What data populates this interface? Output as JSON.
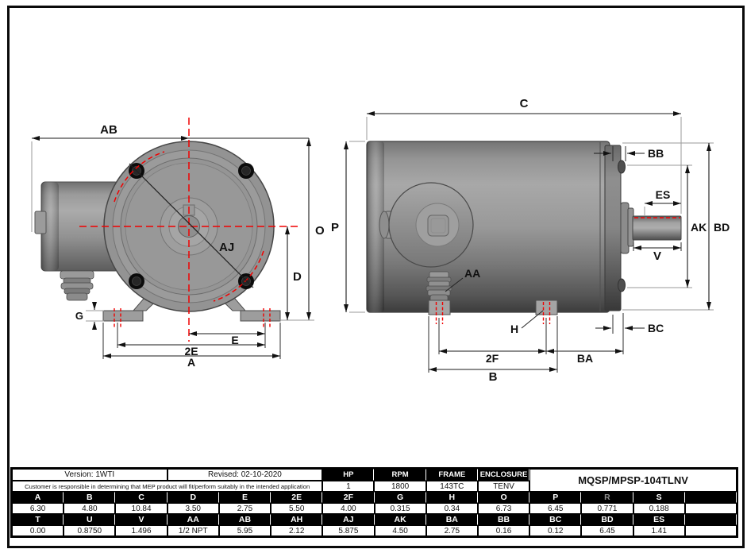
{
  "title_block": {
    "version": "Version: 1WTI",
    "revised": "Revised: 02-10-2020",
    "disclaimer": "Customer is responsible in determining that MEP product will fit/perform suitably in the intended application",
    "model": "MQSP/MPSP-104TLNV",
    "muted_header": "R",
    "specs": [
      {
        "label": "HP",
        "value": "1"
      },
      {
        "label": "RPM",
        "value": "1800"
      },
      {
        "label": "FRAME",
        "value": "143TC"
      },
      {
        "label": "ENCLOSURE",
        "value": "TENV"
      }
    ],
    "dim_rows": [
      {
        "headers": [
          "A",
          "B",
          "C",
          "D",
          "E",
          "2E",
          "2F",
          "G",
          "H",
          "O",
          "P",
          "R",
          "S",
          ""
        ],
        "values": [
          "6.30",
          "4.80",
          "10.84",
          "3.50",
          "2.75",
          "5.50",
          "4.00",
          "0.315",
          "0.34",
          "6.73",
          "6.45",
          "0.771",
          "0.188",
          ""
        ]
      },
      {
        "headers": [
          "T",
          "U",
          "V",
          "AA",
          "AB",
          "AH",
          "AJ",
          "AK",
          "BA",
          "BB",
          "BC",
          "BD",
          "ES",
          ""
        ],
        "values": [
          "0.00",
          "0.8750",
          "1.496",
          "1/2 NPT",
          "5.95",
          "2.12",
          "5.875",
          "4.50",
          "2.75",
          "0.16",
          "0.12",
          "6.45",
          "1.41",
          ""
        ]
      }
    ]
  },
  "drawing": {
    "labels": {
      "ab": "AB",
      "o": "O",
      "d": "D",
      "aj": "AJ",
      "g": "G",
      "e": "E",
      "e2": "2E",
      "a": "A",
      "c": "C",
      "p": "P",
      "bb": "BB",
      "es": "ES",
      "ak": "AK",
      "bd": "BD",
      "v": "V",
      "aa": "AA",
      "h": "H",
      "bc": "BC",
      "f2": "2F",
      "ba": "BA",
      "b": "B"
    },
    "colors": {
      "centerline": "#f10000",
      "dimension": "#1a1a1a",
      "body": "#9a9a9a"
    }
  }
}
